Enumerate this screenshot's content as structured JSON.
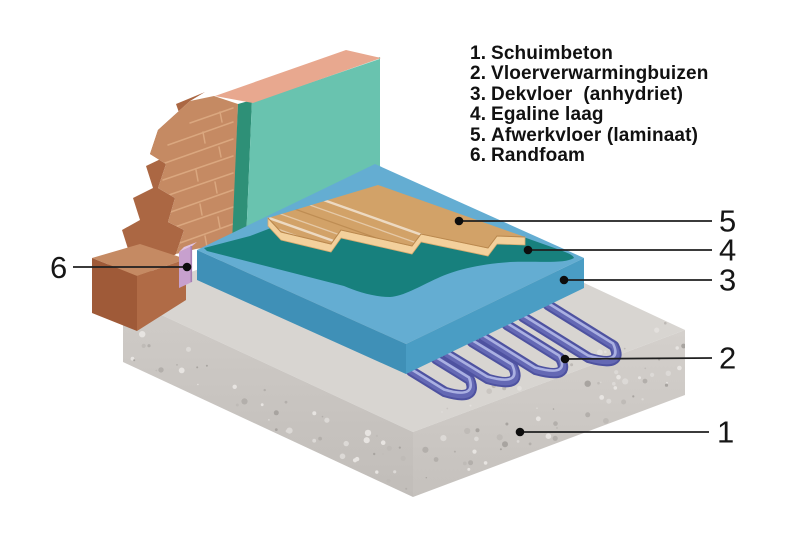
{
  "legend": {
    "items": [
      {
        "num": "1.",
        "label": "Schuimbeton"
      },
      {
        "num": "2.",
        "label": "Vloerverwarmingbuizen"
      },
      {
        "num": "3.",
        "label": "Dekvloer  (anhydriet)"
      },
      {
        "num": "4.",
        "label": "Egaline laag"
      },
      {
        "num": "5.",
        "label": "Afwerkvloer (laminaat)"
      },
      {
        "num": "6.",
        "label": "Randfoam"
      }
    ]
  },
  "callouts": {
    "c1": "1",
    "c2": "2",
    "c3": "3",
    "c4": "4",
    "c5": "5",
    "c6": "6"
  },
  "colors": {
    "background": "#ffffff",
    "concrete_top": "#d8d5d1",
    "concrete_left": "#c7c3bf",
    "concrete_right": "#cfcbc7",
    "screed_top": "#64add2",
    "screed_left": "#3f90b7",
    "screed_right": "#4a9dc4",
    "egaline": "#17807d",
    "wood_top": "#d2a268",
    "wood_edge": "#f3d09c",
    "pipe": "#4e52a0",
    "pipe_mid": "#6468b4",
    "pipe_highlight": "#aab0e2",
    "randfoam": "#c7a0ce",
    "randfoam_top": "#e0c3e4",
    "plaster": "#69c3af",
    "plaster_edge": "#2e9077",
    "wall_top": "#e8a88f",
    "brick_face": "#c58a63",
    "brick_broken": "#ab6743",
    "brick_block_left": "#9f5a38",
    "brick_block_right": "#b06b46",
    "callout_line": "#1f1f1f",
    "text": "#111111"
  }
}
